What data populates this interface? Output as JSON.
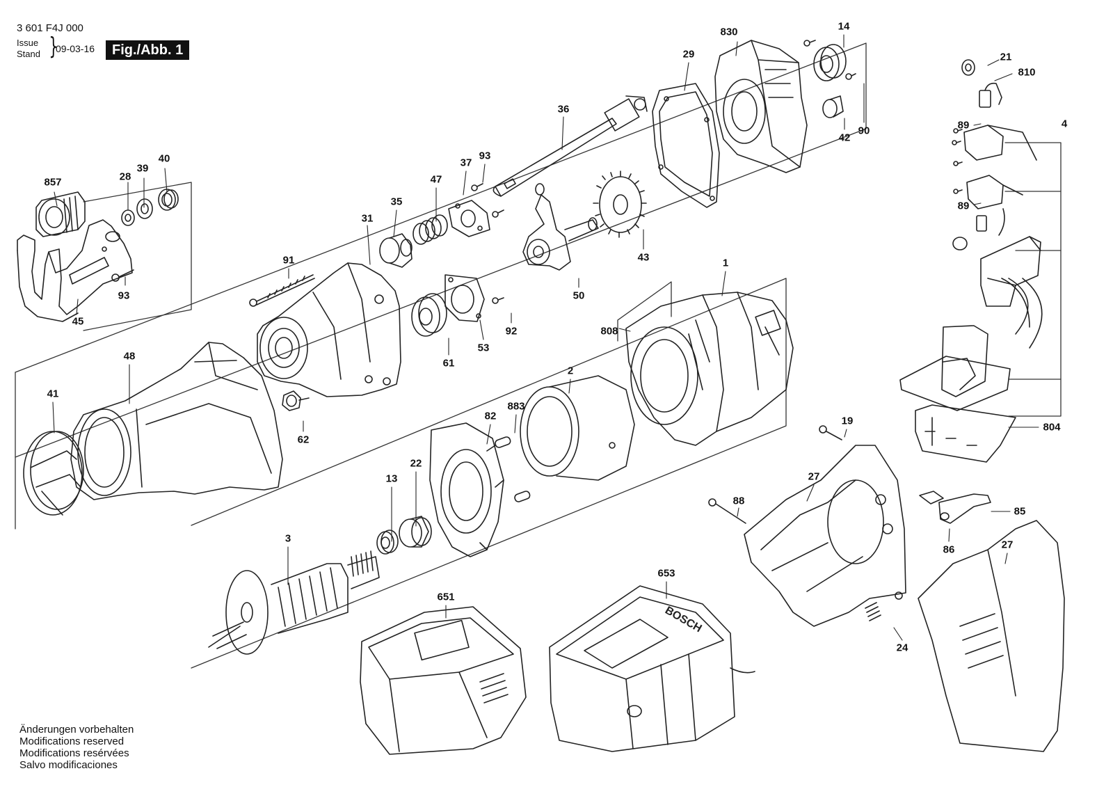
{
  "header": {
    "doc_number": "3 601 F4J 000",
    "issue_label": "Issue",
    "stand_label": "Stand",
    "issue_date": "09-03-16",
    "figure_tag": "Fig./Abb. 1"
  },
  "parts": [
    {
      "id": "857",
      "label": "857"
    },
    {
      "id": "28",
      "label": "28"
    },
    {
      "id": "39",
      "label": "39"
    },
    {
      "id": "40",
      "label": "40"
    },
    {
      "id": "93a",
      "label": "93"
    },
    {
      "id": "45",
      "label": "45"
    },
    {
      "id": "35",
      "label": "35"
    },
    {
      "id": "47",
      "label": "47"
    },
    {
      "id": "37",
      "label": "37"
    },
    {
      "id": "93b",
      "label": "93"
    },
    {
      "id": "36",
      "label": "36"
    },
    {
      "id": "29",
      "label": "29"
    },
    {
      "id": "830",
      "label": "830"
    },
    {
      "id": "14",
      "label": "14"
    },
    {
      "id": "42",
      "label": "42"
    },
    {
      "id": "90",
      "label": "90"
    },
    {
      "id": "91",
      "label": "91"
    },
    {
      "id": "31",
      "label": "31"
    },
    {
      "id": "61",
      "label": "61"
    },
    {
      "id": "53",
      "label": "53"
    },
    {
      "id": "92",
      "label": "92"
    },
    {
      "id": "50",
      "label": "50"
    },
    {
      "id": "43",
      "label": "43"
    },
    {
      "id": "48",
      "label": "48"
    },
    {
      "id": "41",
      "label": "41"
    },
    {
      "id": "62",
      "label": "62"
    },
    {
      "id": "1",
      "label": "1"
    },
    {
      "id": "808",
      "label": "808"
    },
    {
      "id": "2",
      "label": "2"
    },
    {
      "id": "82",
      "label": "82"
    },
    {
      "id": "883",
      "label": "883"
    },
    {
      "id": "13",
      "label": "13"
    },
    {
      "id": "22",
      "label": "22"
    },
    {
      "id": "3",
      "label": "3"
    },
    {
      "id": "651",
      "label": "651"
    },
    {
      "id": "653",
      "label": "653"
    },
    {
      "id": "21",
      "label": "21"
    },
    {
      "id": "810",
      "label": "810"
    },
    {
      "id": "89a",
      "label": "89"
    },
    {
      "id": "4",
      "label": "4"
    },
    {
      "id": "89b",
      "label": "89"
    },
    {
      "id": "804",
      "label": "804"
    },
    {
      "id": "19",
      "label": "19"
    },
    {
      "id": "27a",
      "label": "27"
    },
    {
      "id": "88",
      "label": "88"
    },
    {
      "id": "85",
      "label": "85"
    },
    {
      "id": "86",
      "label": "86"
    },
    {
      "id": "27b",
      "label": "27"
    },
    {
      "id": "24",
      "label": "24"
    }
  ],
  "brand_mark": "BOSCH",
  "notes": [
    "Änderungen vorbehalten",
    "Modifications reserved",
    "Modifications resérvées",
    "Salvo modificaciones"
  ]
}
